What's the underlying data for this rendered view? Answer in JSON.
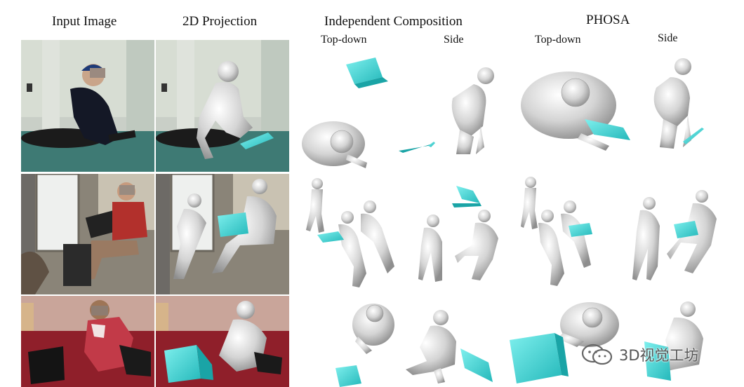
{
  "headers": {
    "input_image": "Input Image",
    "projection": "2D Projection",
    "independent": "Independent Composition",
    "phosa": "PHOSA"
  },
  "subheaders": {
    "ind_topdown": "Top-down",
    "ind_side": "Side",
    "phosa_topdown": "Top-down",
    "phosa_side": "Side"
  },
  "watermark": {
    "text": "3D视觉工坊",
    "icon": "wechat-icon"
  },
  "colors": {
    "laptop": "#3fd0d0",
    "mesh": "#d6d6d6",
    "mesh_dark": "#9a9a9a"
  },
  "rows": [
    "row-1",
    "row-2",
    "row-3"
  ]
}
